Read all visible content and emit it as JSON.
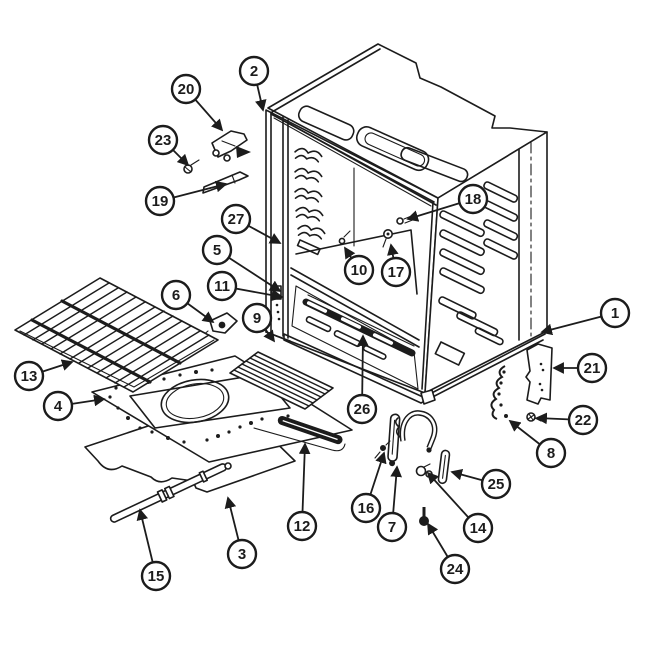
{
  "colors": {
    "ink": "#1c1c1c",
    "paper": "#ffffff"
  },
  "callouts": [
    {
      "label": "1"
    },
    {
      "label": "2"
    },
    {
      "label": "3"
    },
    {
      "label": "4"
    },
    {
      "label": "5"
    },
    {
      "label": "6"
    },
    {
      "label": "7"
    },
    {
      "label": "8"
    },
    {
      "label": "9"
    },
    {
      "label": "10"
    },
    {
      "label": "11"
    },
    {
      "label": "12"
    },
    {
      "label": "13"
    },
    {
      "label": "14"
    },
    {
      "label": "15"
    },
    {
      "label": "16"
    },
    {
      "label": "17"
    },
    {
      "label": "18"
    },
    {
      "label": "19"
    },
    {
      "label": "20"
    },
    {
      "label": "21"
    },
    {
      "label": "22"
    },
    {
      "label": "23"
    },
    {
      "label": "24"
    },
    {
      "label": "25"
    },
    {
      "label": "26"
    },
    {
      "label": "27"
    }
  ]
}
